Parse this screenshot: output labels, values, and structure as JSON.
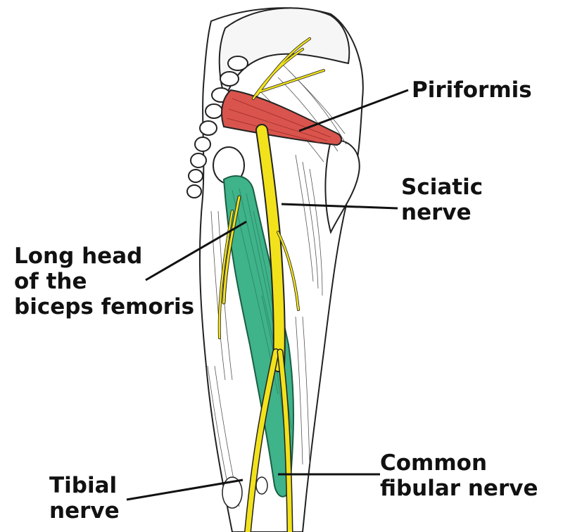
{
  "labels": {
    "piriformis": {
      "lines": [
        "Piriformis"
      ]
    },
    "sciatic": {
      "lines": [
        "Sciatic",
        "nerve"
      ]
    },
    "biceps": {
      "lines": [
        "Long head",
        "of the",
        "biceps femoris"
      ]
    },
    "common_fibular": {
      "lines": [
        "Common",
        "fibular nerve"
      ]
    },
    "tibial": {
      "lines": [
        "Tibial",
        "nerve"
      ]
    }
  },
  "colors": {
    "piriformis_muscle": "#d9544d",
    "biceps_muscle": "#3fb38a",
    "nerve": "#f2e21c",
    "bone": "#ffffff",
    "outline": "#222222",
    "leader_line": "#111111"
  }
}
